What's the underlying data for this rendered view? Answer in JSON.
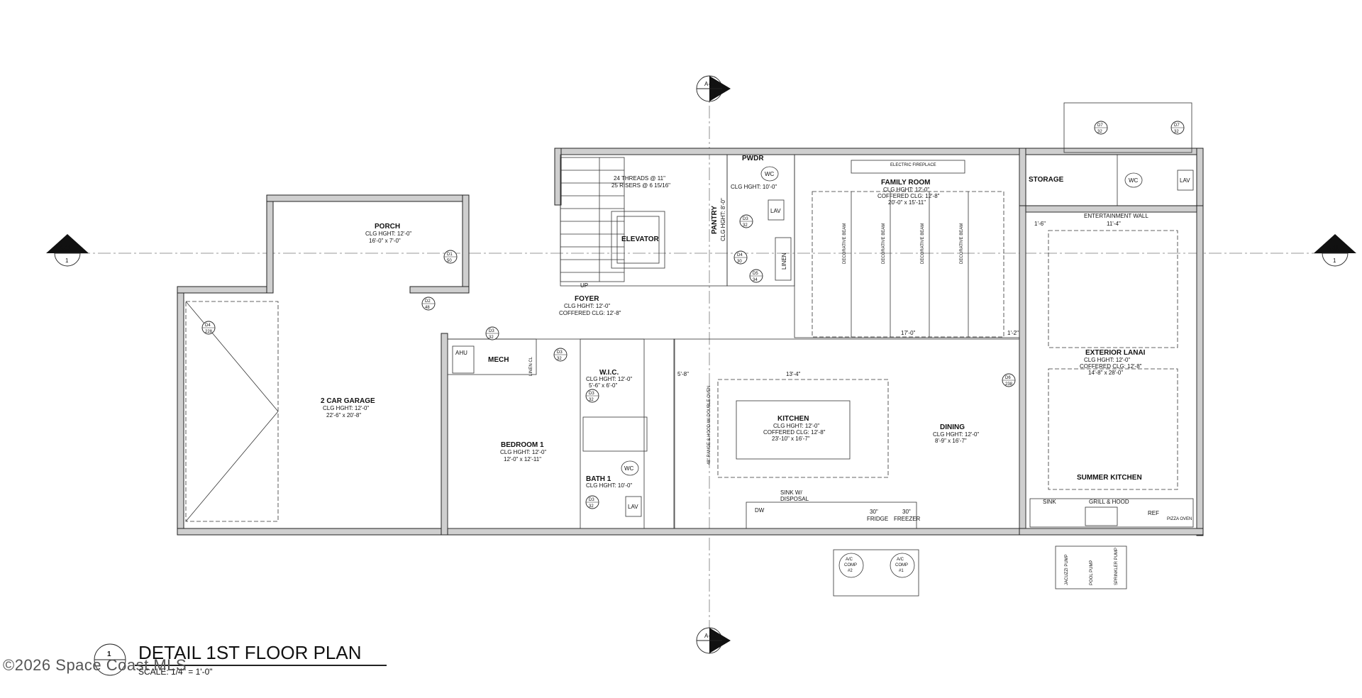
{
  "title": "DETAIL 1ST FLOOR PLAN",
  "scale": "SCALE: 1/4\" = 1'-0\"",
  "detail_number": "1",
  "watermark": "©2026 Space Coast MLS",
  "section_markers": {
    "top": {
      "sheet": "A-11",
      "num": "2"
    },
    "bottom": {
      "sheet": "A-11",
      "num": "2"
    },
    "left": {
      "sheet": "A-11",
      "num": "1"
    },
    "right": {
      "sheet": "A-11",
      "num": "1"
    }
  },
  "rooms": {
    "porch": {
      "name": "PORCH",
      "clg": "CLG HGHT: 12'-0\"",
      "size": "16'-0\" x 7'-0\""
    },
    "garage": {
      "name": "2 CAR GARAGE",
      "clg": "CLG HGHT: 12'-0\"",
      "size": "22'-6\" x 20'-8\""
    },
    "foyer": {
      "name": "FOYER",
      "clg": "CLG HGHT: 12'-0\"",
      "coffered": "COFFERED CLG: 12'-8\""
    },
    "elevator": {
      "name": "ELEVATOR"
    },
    "stairs": {
      "line1": "24 THREADS @ 11\"",
      "line2": "25 RISERS @ 6 15/16\"",
      "up": "UP"
    },
    "pantry": {
      "name": "PANTRY",
      "clg": "CLG HGHT: 8'-0\""
    },
    "pwdr": {
      "name": "PWDR",
      "clg": "CLG HGHT: 10'-0\"",
      "wc": "WC",
      "lav": "LAV",
      "linen": "LINEN"
    },
    "family": {
      "name": "FAMILY ROOM",
      "clg": "CLG HGHT: 12'-0\"",
      "coffered": "COFFERED CLG: 12'-8\"",
      "size": "20'-0\" x 15'-11\"",
      "fireplace": "ELECTRIC FIREPLACE",
      "beam": "DECORATIVE BEAM"
    },
    "storage": {
      "name": "STORAGE",
      "wc": "WC",
      "lav": "LAV"
    },
    "lanai": {
      "name": "EXTERIOR LANAI",
      "clg": "CLG HGHT: 12'-0\"",
      "coffered": "COFFERED CLG: 12'-8\"",
      "size": "14'-8\" x 28'-0\"",
      "wall": "ENTERTAINMENT WALL"
    },
    "summer": {
      "name": "SUMMER KITCHEN",
      "sink": "SINK",
      "grill": "GRILL & HOOD",
      "ref": "REF",
      "pizza": "PIZZA OVEN"
    },
    "mech": {
      "name": "MECH",
      "ahu": "AHU",
      "linen": "LINEN CL"
    },
    "wic": {
      "name": "W.I.C.",
      "clg": "CLG HGHT: 12'-0\"",
      "size": "5'-6\" x 6'-0\""
    },
    "bedroom": {
      "name": "BEDROOM 1",
      "clg": "CLG HGHT: 12'-0\"",
      "size": "12'-0\" x 12'-11\""
    },
    "bath": {
      "name": "BATH 1",
      "clg": "CLG HGHT: 10'-0\"",
      "wc": "WC",
      "lav": "LAV"
    },
    "kitchen": {
      "name": "KITCHEN",
      "clg": "CLG HGHT: 12'-0\"",
      "coffered": "COFFERED CLG: 12'-8\"",
      "size": "23'-10\" x 16'-7\"",
      "sink": "SINK W/",
      "disposal": "DISPOSAL",
      "dw": "DW",
      "fridge": "FRIDGE",
      "freezer": "FREEZER",
      "fridge_w": "30\"",
      "freezer_w": "30\"",
      "range": "48\" RANGE & HOOD W/ DOUBLE OVEN"
    },
    "dining": {
      "name": "DINING",
      "clg": "CLG HGHT: 12'-0\"",
      "size": "8'-9\" x 16'-7\""
    }
  },
  "dimensions": {
    "family_width": "17'-0\"",
    "family_side": "1'-2\"",
    "kitchen_width": "13'-4\"",
    "kitchen_left": "5'-8\"",
    "lanai_top": "11'-4\"",
    "lanai_left": "1'-6\""
  },
  "door_tags": [
    {
      "id": "D1",
      "num": "50"
    },
    {
      "id": "D2",
      "num": "48"
    },
    {
      "id": "D3",
      "num": "32"
    },
    {
      "id": "D3",
      "num": "32"
    },
    {
      "id": "D3",
      "num": "32"
    },
    {
      "id": "D3",
      "num": "32"
    },
    {
      "id": "D3",
      "num": "32"
    },
    {
      "id": "D4",
      "num": "30"
    },
    {
      "id": "D5",
      "num": "34"
    },
    {
      "id": "D6",
      "num": "238"
    },
    {
      "id": "D7",
      "num": "32"
    },
    {
      "id": "D7",
      "num": "32"
    },
    {
      "id": "D4",
      "num": "228"
    }
  ],
  "equipment": {
    "ac1": {
      "label": "A/C",
      "comp": "COMP",
      "num": "#2"
    },
    "ac2": {
      "label": "A/C",
      "comp": "COMP",
      "num": "#1"
    },
    "jacuzzi": "JACUZZI PUMP",
    "pool": "POOL PUMP",
    "sprinkler": "SPRINKLER PUMP"
  }
}
